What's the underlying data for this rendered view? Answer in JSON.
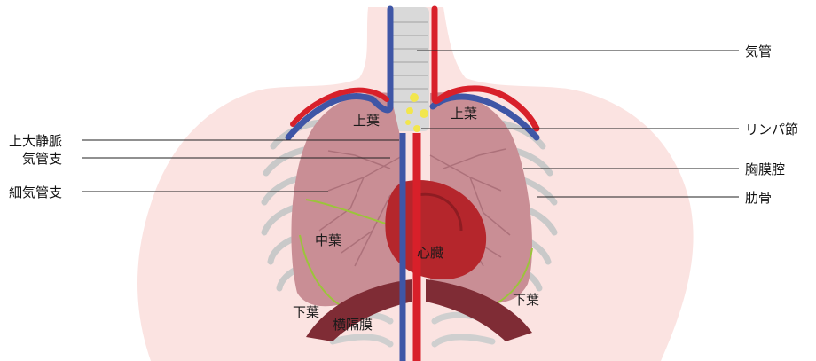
{
  "labels": {
    "trachea": "気管",
    "lymph_node": "リンパ節",
    "pleural_cavity": "胸膜腔",
    "rib": "肋骨",
    "superior_vena_cava": "上大静脈",
    "bronchus": "気管支",
    "bronchiole": "細気管支",
    "upper_lobe_left": "上葉",
    "upper_lobe_right": "上葉",
    "middle_lobe": "中葉",
    "lower_lobe_left": "下葉",
    "lower_lobe_right": "下葉",
    "heart": "心臓",
    "diaphragm": "横隔膜"
  },
  "colors": {
    "body": "#fbe3e1",
    "lung": "#c98e95",
    "lung_vessels": "#a66a74",
    "rib": "#c9c9c9",
    "heart": "#b5262c",
    "artery": "#d8202a",
    "vein": "#3f56a6",
    "diaphragm": "#7f2c35",
    "fissure": "#9bc43b",
    "lymph": "#f2e64d"
  }
}
